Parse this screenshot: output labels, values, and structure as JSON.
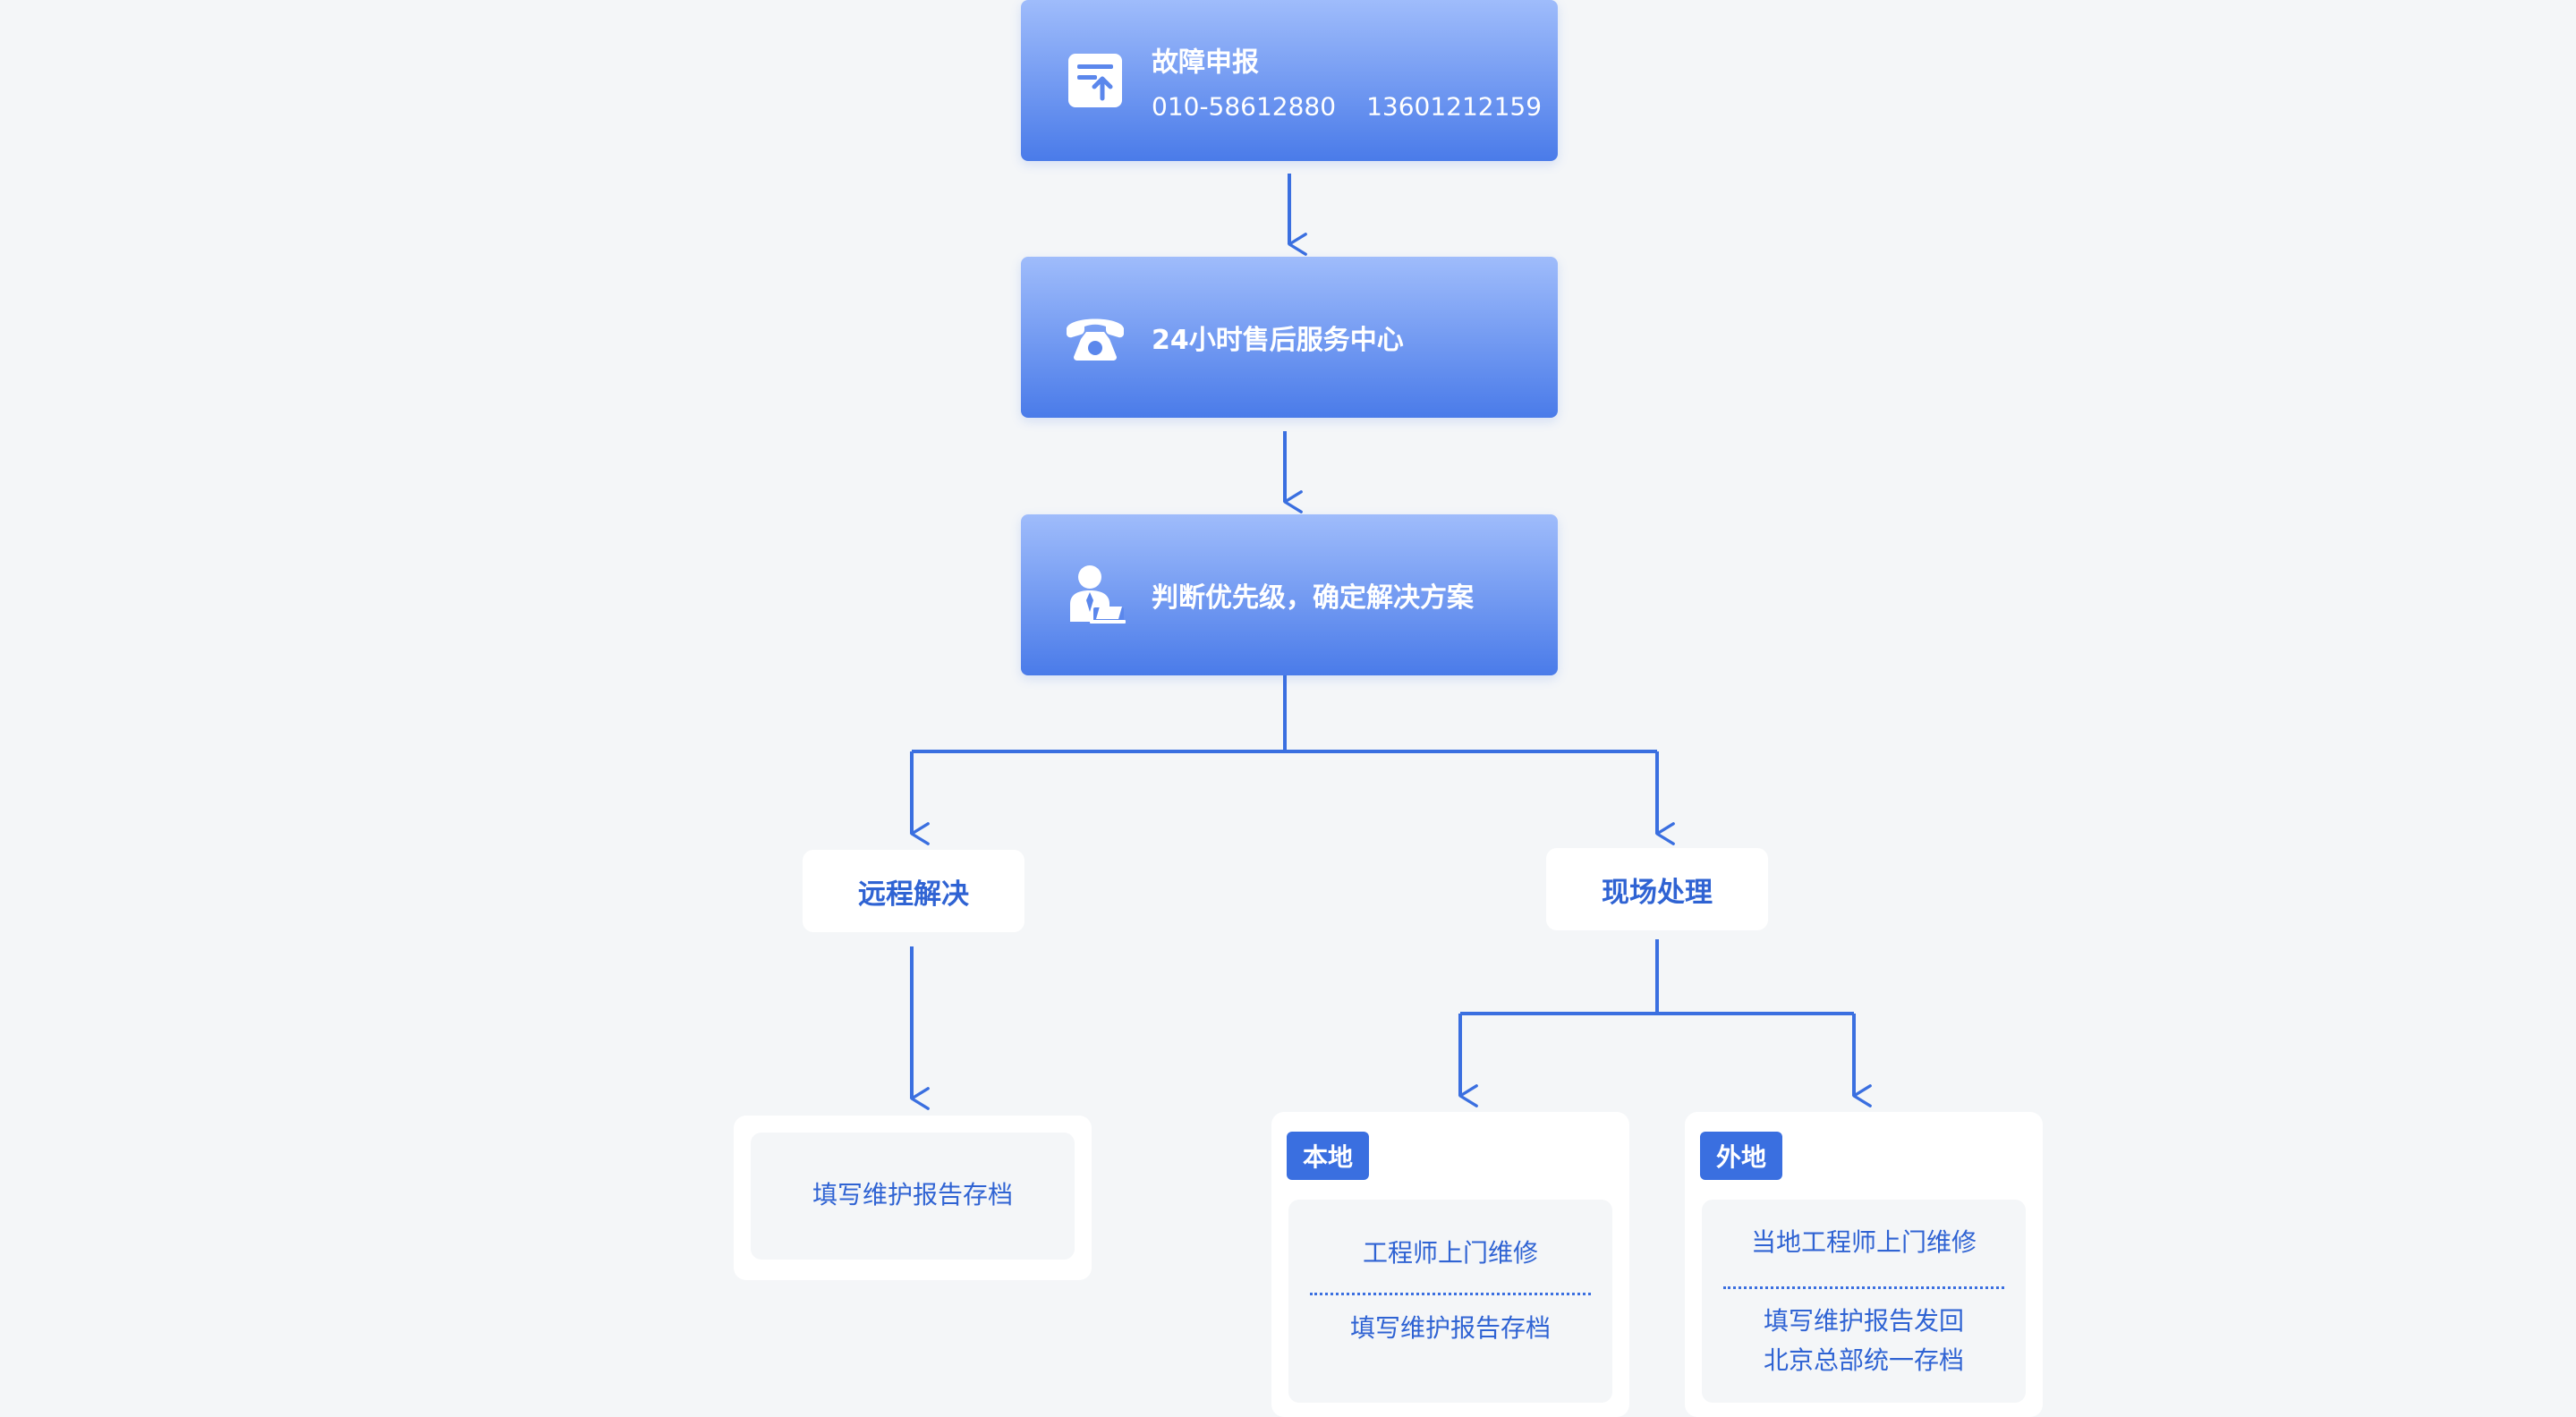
{
  "steps": [
    {
      "title": "故障申报",
      "phone1": "010-58612880",
      "phone2": "13601212159",
      "icon": "upload-document-icon"
    },
    {
      "title": "24小时售后服务中心",
      "icon": "telephone-icon"
    },
    {
      "title": "判断优先级，确定解决方案",
      "icon": "agent-laptop-icon"
    }
  ],
  "branches": {
    "remote": {
      "label": "远程解决",
      "items": [
        "填写维护报告存档"
      ]
    },
    "onsite": {
      "label": "现场处理",
      "local": {
        "tag": "本地",
        "items": [
          "工程师上门维修",
          "填写维护报告存档"
        ]
      },
      "external": {
        "tag": "外地",
        "items": [
          "当地工程师上门维修",
          "填写维护报告发回",
          "北京总部统一存档"
        ]
      }
    }
  },
  "colors": {
    "accent": "#3a6fe0",
    "box_top": "#9fbcfb",
    "box_bottom": "#4a7be9",
    "text_blue": "#2f63d3",
    "background": "#f4f6f8"
  }
}
